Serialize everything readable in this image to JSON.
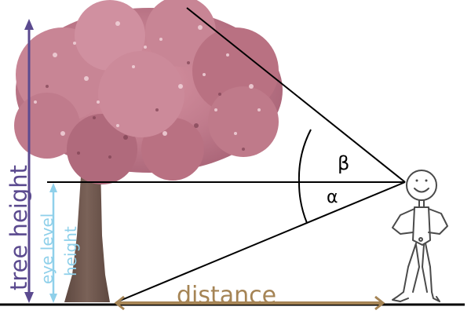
{
  "labels": {
    "tree_height": "tree height",
    "eye_level_height_line1": "eye level",
    "eye_level_height_line2": "height",
    "distance": "distance",
    "angle_beta": "β",
    "angle_alpha": "α"
  },
  "colors": {
    "background": "#ffffff",
    "ground_line": "#000000",
    "sight_lines": "#000000",
    "tree_height_arrow": "#5b4a8f",
    "eye_level_arrow": "#8fd0ea",
    "distance_arrow": "#a58455",
    "distance_text": "#a58455",
    "tree_canopy": "#c07b8c",
    "tree_canopy_light": "#e0a8b4",
    "tree_canopy_dark": "#8d4d5c",
    "tree_trunk": "#7a6258",
    "tree_trunk_dark": "#5e4840",
    "stick_figure": "#4a4a4a"
  },
  "icons": {
    "tree": "cherry-blossom-tree-icon",
    "person": "stick-figure-person-icon"
  }
}
